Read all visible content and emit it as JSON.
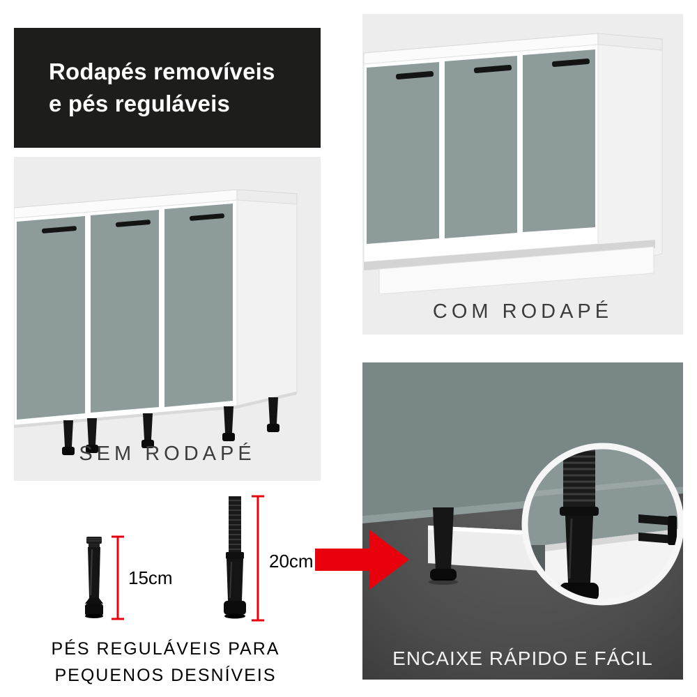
{
  "header": {
    "title_lines": [
      "Rodapés removíveis",
      "e pés reguláveis"
    ]
  },
  "panel_com_rodape": {
    "caption": "COM RODAPÉ"
  },
  "panel_sem_rodape": {
    "caption": "SEM RODAPÉ"
  },
  "panel_encaixe": {
    "caption": "ENCAIXE RÁPIDO E FÁCIL"
  },
  "feet_section": {
    "small_foot_height": "15cm",
    "large_foot_height": "20cm",
    "caption_lines": [
      "PÉS REGULÁVEIS PARA",
      "PEQUENOS DESNÍVEIS"
    ]
  },
  "colors": {
    "accent_red": "#e8000d",
    "panel_light": "#ededed",
    "panel_dark": "#454545",
    "door_gray": "#8d9b9b",
    "banner_black": "#1d1d1b"
  }
}
